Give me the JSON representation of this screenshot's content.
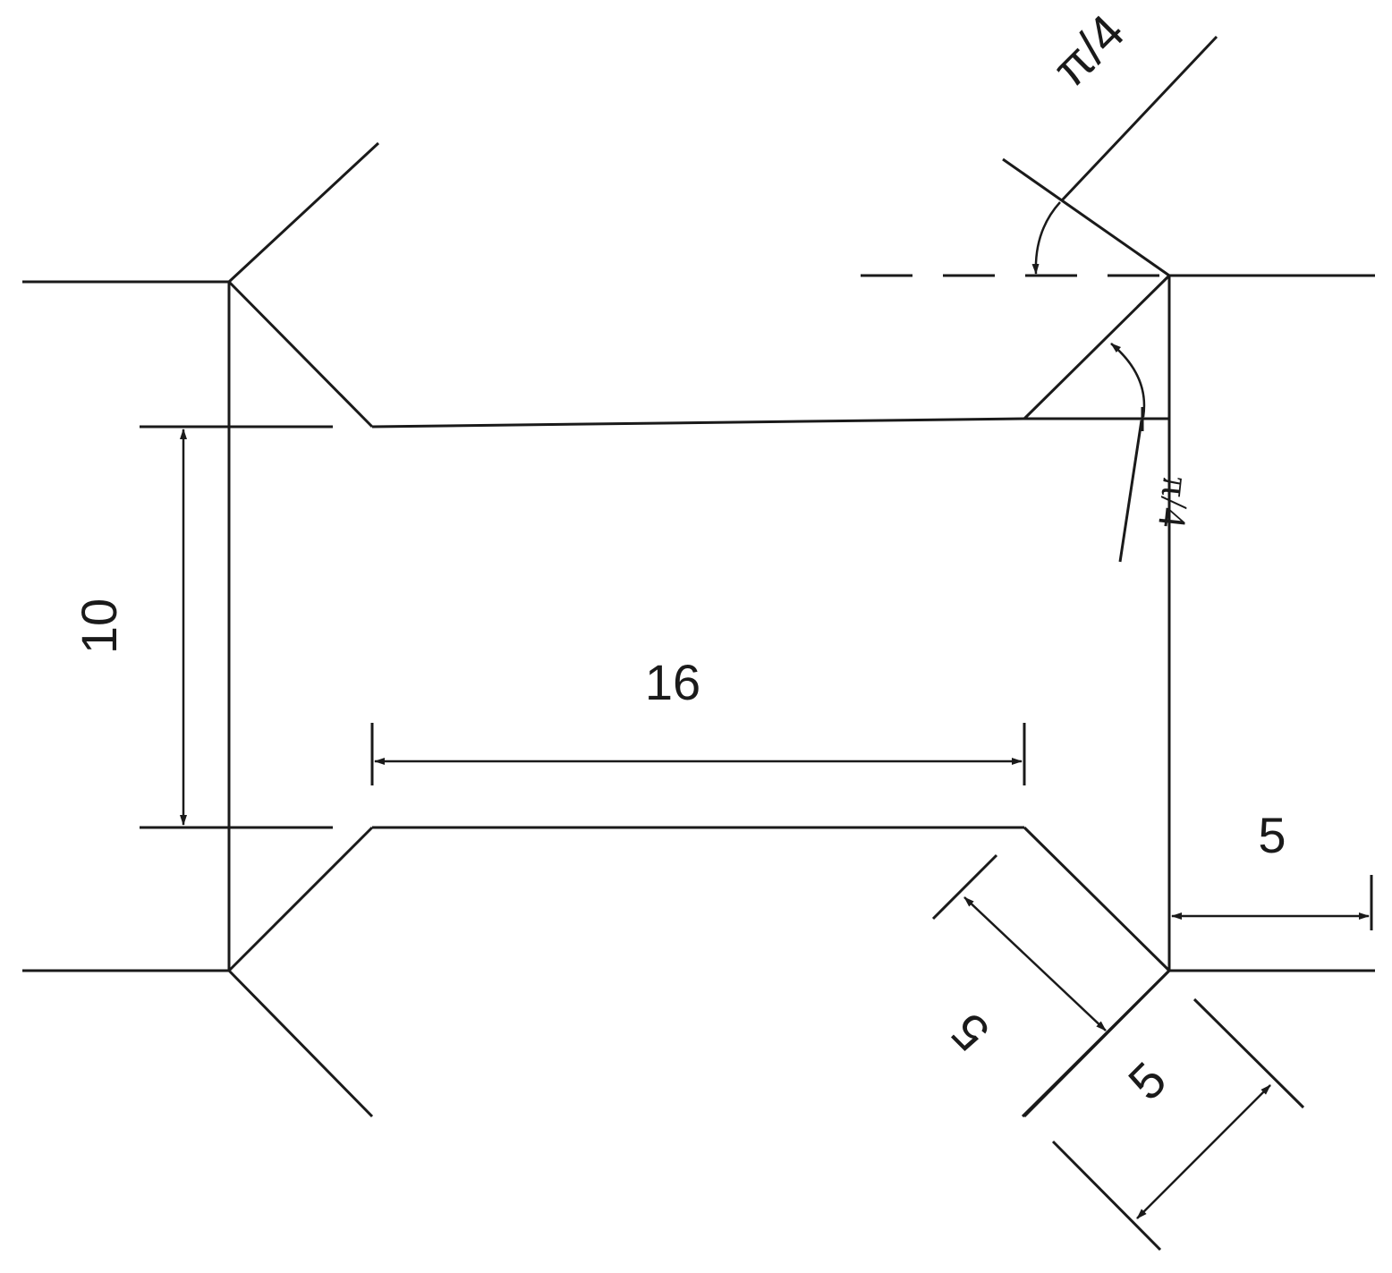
{
  "labels": {
    "height": "10",
    "length": "16",
    "offset_right": "5",
    "chamfer_a": "5",
    "chamfer_b": "5",
    "angle_top": "π/4",
    "angle_inner": "π/4"
  },
  "colors": {
    "stroke": "#1a1a1a",
    "background": "#ffffff"
  }
}
